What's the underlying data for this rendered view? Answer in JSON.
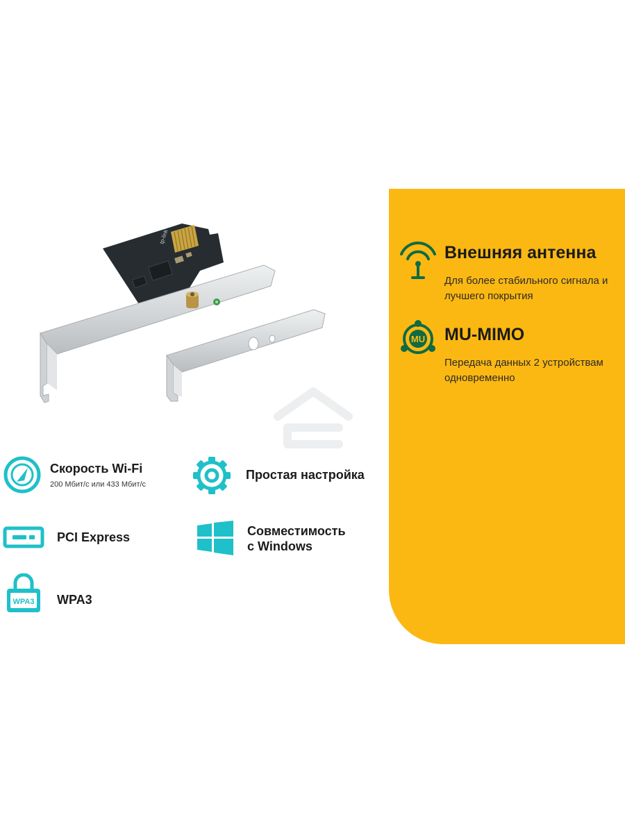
{
  "colors": {
    "accent_yellow": "#FCB812",
    "icon_teal": "#1FC0C9",
    "icon_green": "#0E6B45",
    "pcb_dark": "#232a2e",
    "bracket_silver": "#d7d9db"
  },
  "product": {
    "brand_print": "tp-link"
  },
  "right_panel": {
    "features": [
      {
        "icon": "antenna-signal-icon",
        "title": "Внешняя антенна",
        "subtitle": "Для более стабильного сигнала и лучшего покрытия"
      },
      {
        "icon": "mu-mimo-icon",
        "icon_text": "MU",
        "title": "MU-MIMO",
        "subtitle": "Передача данных 2 устройствам одновременно"
      }
    ]
  },
  "left_features": [
    {
      "icon": "speedometer-icon",
      "title": "Скорость Wi-Fi",
      "subtitle": "200 Мбит/с или 433 Мбит/с"
    },
    {
      "icon": "gear-icon",
      "title": "Простая настройка"
    },
    {
      "icon": "pci-slot-icon",
      "title": "PCI Express"
    },
    {
      "icon": "windows-logo-icon",
      "title_line1": "Совместимость",
      "title_line2": "с Windows"
    },
    {
      "icon": "padlock-icon",
      "icon_text": "WPA3",
      "title": "WPA3"
    }
  ]
}
